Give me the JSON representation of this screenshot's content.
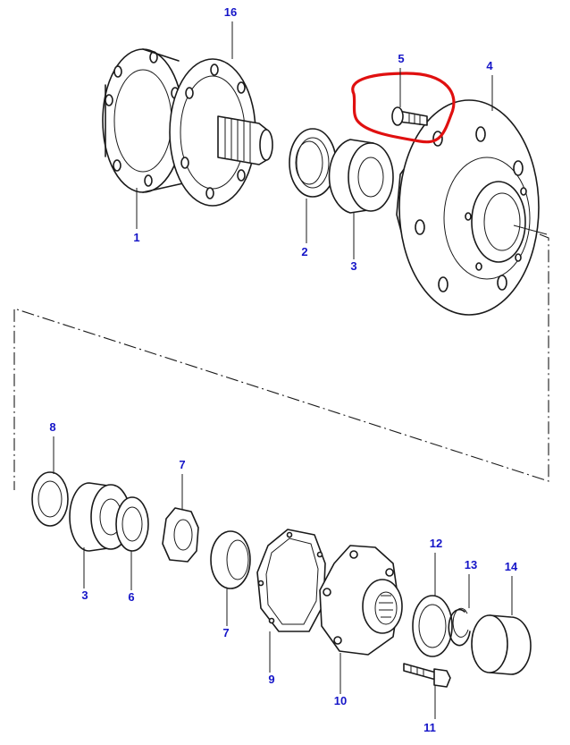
{
  "colors": {
    "callout_text": "#1515c8",
    "line": "#1a1a1a",
    "highlight": "#e01010",
    "background": "#ffffff"
  },
  "callouts": {
    "c16": "16",
    "c1": "1",
    "c2": "2",
    "c3a": "3",
    "c4": "4",
    "c5": "5",
    "c8": "8",
    "c3b": "3",
    "c6": "6",
    "c7a": "7",
    "c7b": "7",
    "c9": "9",
    "c10": "10",
    "c11": "11",
    "c12": "12",
    "c13": "13",
    "c14": "14"
  }
}
